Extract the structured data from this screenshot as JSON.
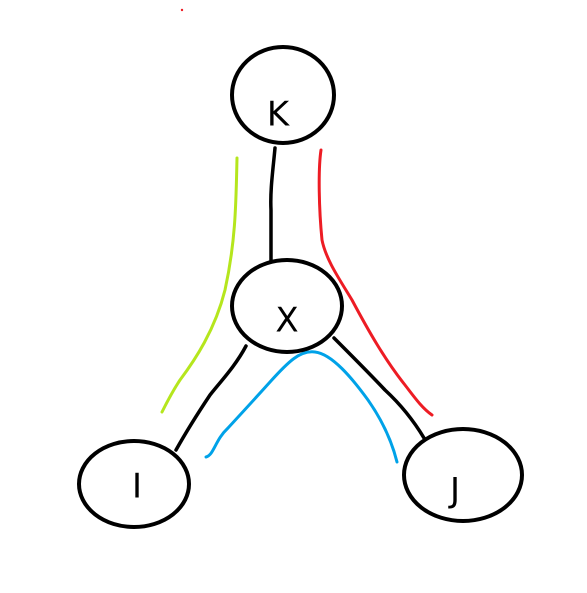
{
  "diagram": {
    "nodes": {
      "k": {
        "label": "K"
      },
      "x": {
        "label": "X"
      },
      "i": {
        "label": "I"
      },
      "j": {
        "label": "J"
      }
    },
    "edges": [
      {
        "from": "K",
        "to": "X"
      },
      {
        "from": "X",
        "to": "I"
      },
      {
        "from": "X",
        "to": "J"
      }
    ],
    "path_marks": [
      {
        "color": "#b5e61d",
        "between": [
          "K",
          "I"
        ]
      },
      {
        "color": "#ed1c24",
        "between": [
          "K",
          "J"
        ]
      },
      {
        "color": "#00a2e8",
        "between": [
          "I",
          "J"
        ]
      }
    ]
  }
}
